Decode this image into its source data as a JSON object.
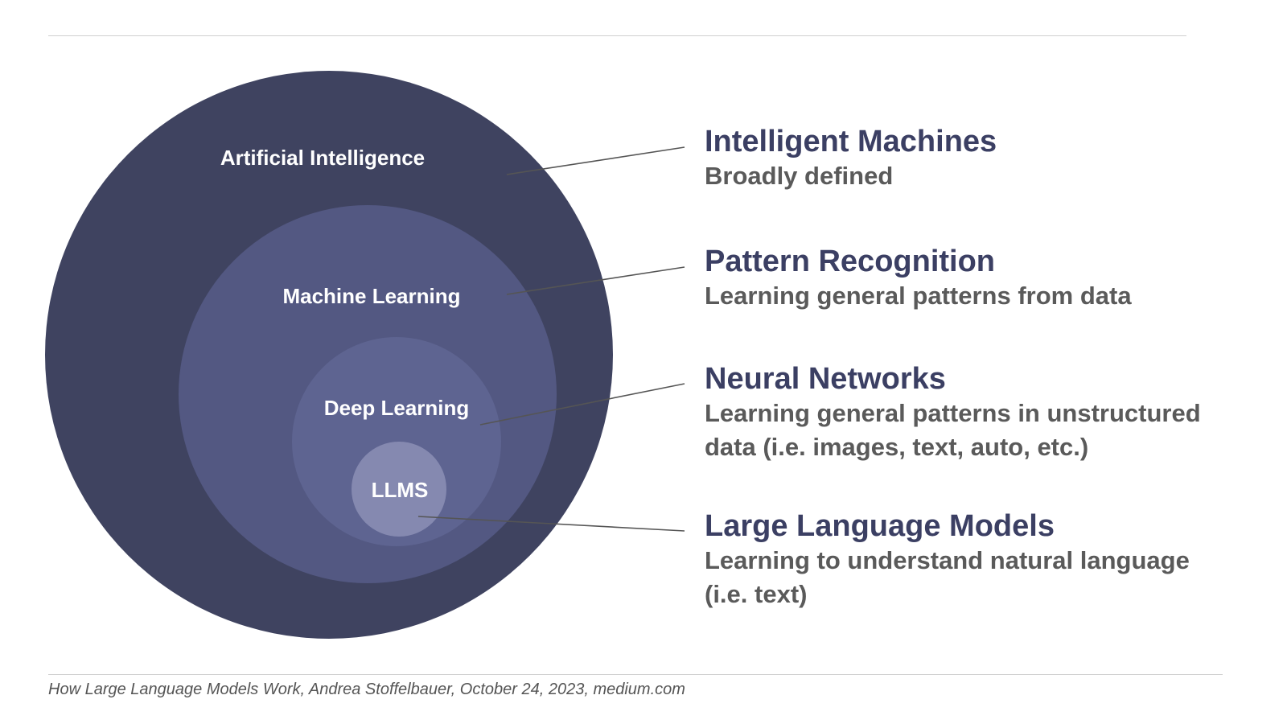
{
  "circles": [
    {
      "label": "Artificial Intelligence",
      "color": "#3f4360"
    },
    {
      "label": "Machine Learning",
      "color": "#535882"
    },
    {
      "label": "Deep Learning",
      "color": "#5e6491"
    },
    {
      "label": "LLMS",
      "color": "#8589b0"
    }
  ],
  "descriptions": [
    {
      "title": "Intelligent Machines",
      "text": "Broadly defined"
    },
    {
      "title": "Pattern Recognition",
      "text": "Learning general patterns from data"
    },
    {
      "title": "Neural Networks",
      "text": "Learning general patterns in unstructured data (i.e. images, text, auto, etc.)"
    },
    {
      "title": "Large Language Models",
      "text": "Learning to understand natural language (i.e. text)"
    }
  ],
  "caption": "How Large Language Models Work, Andrea Stoffelbauer, October 24, 2023, medium.com"
}
